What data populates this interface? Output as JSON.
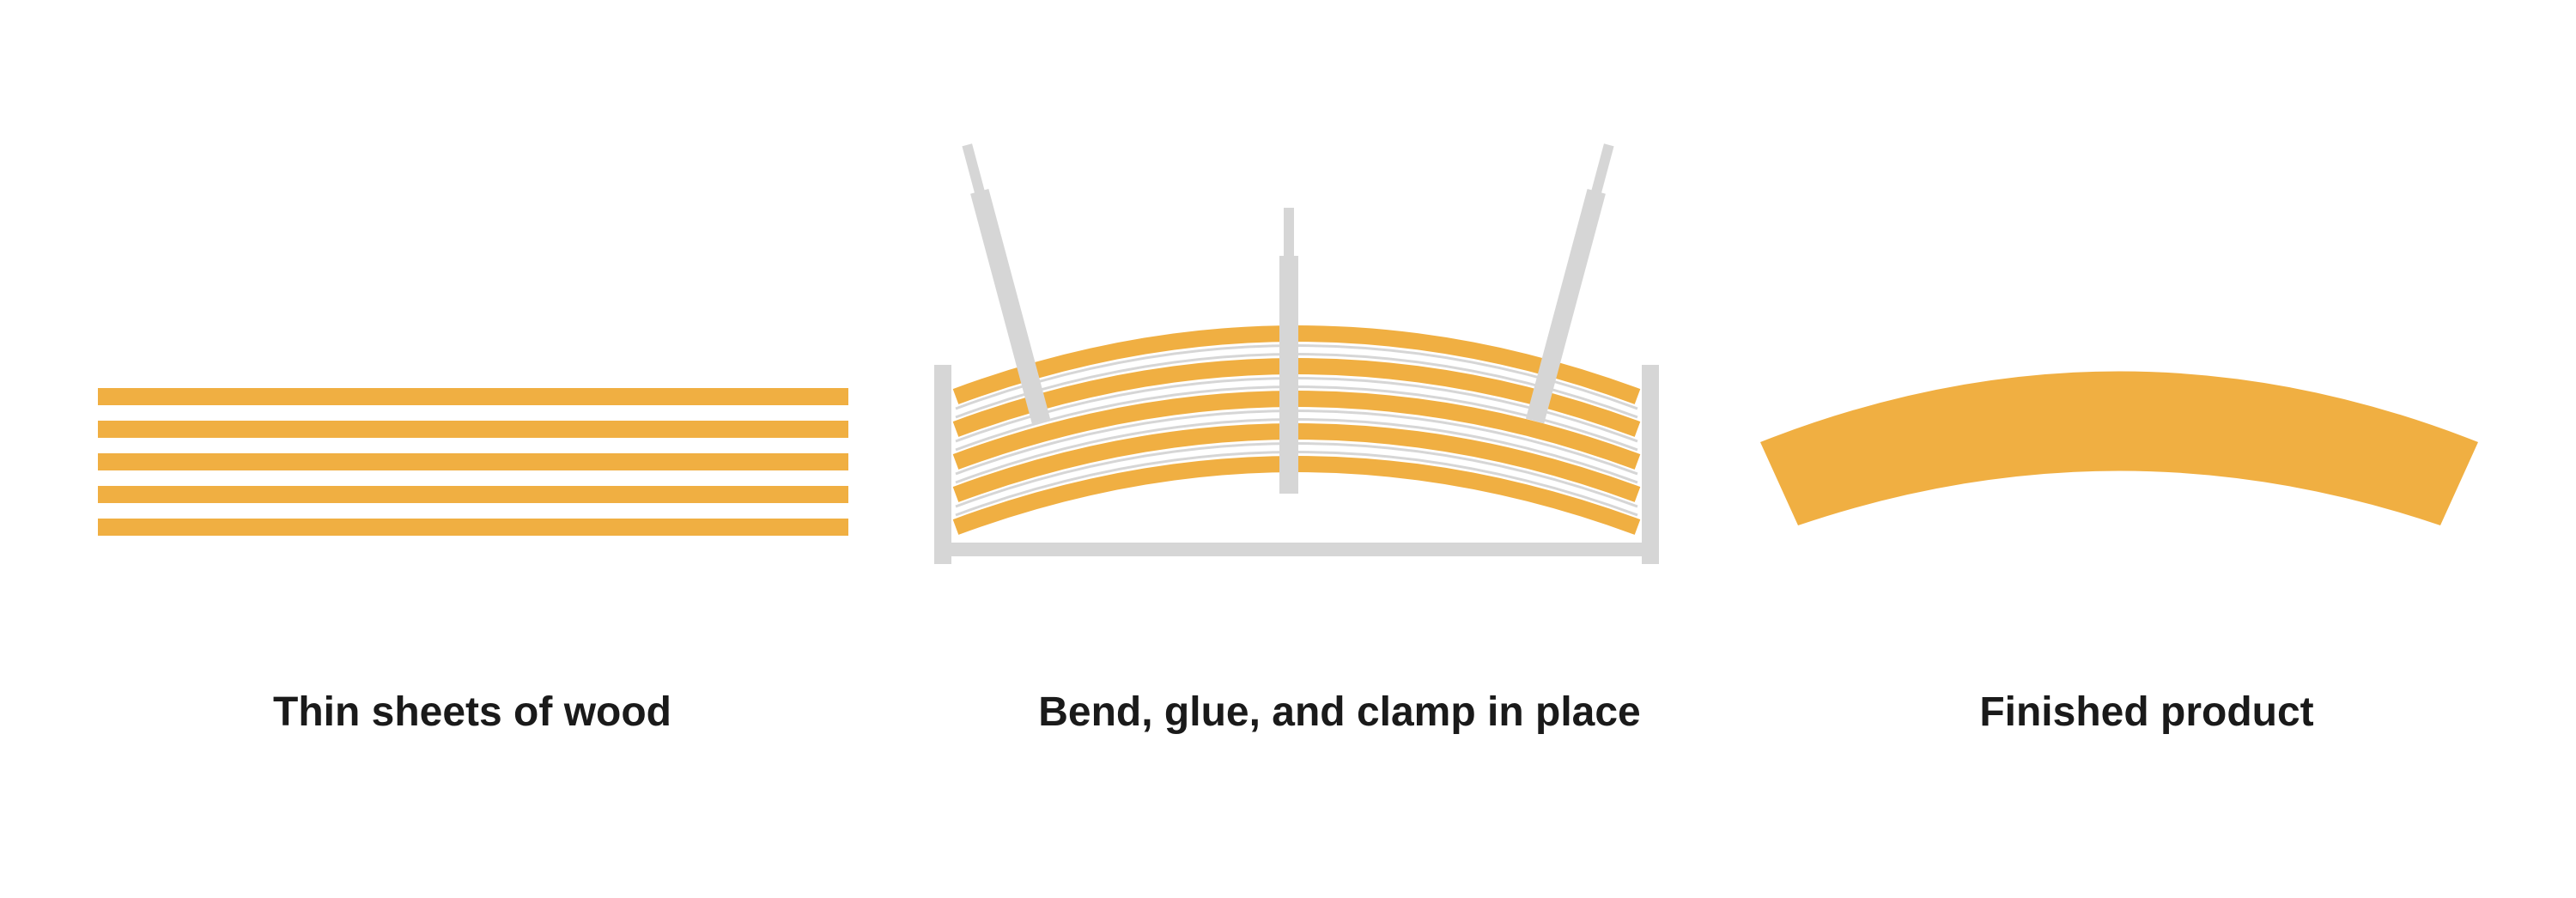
{
  "steps": [
    {
      "caption": "Thin sheets of wood",
      "sheet_count": 5
    },
    {
      "caption": "Bend, glue, and clamp in place",
      "layer_count": 5,
      "clamp_count": 3
    },
    {
      "caption": "Finished product"
    }
  ],
  "colors": {
    "wood": "#F0AF42",
    "clamp": "#D6D6D6",
    "glue": "#D6D6D6",
    "caption_text": "#1a1a1a"
  }
}
